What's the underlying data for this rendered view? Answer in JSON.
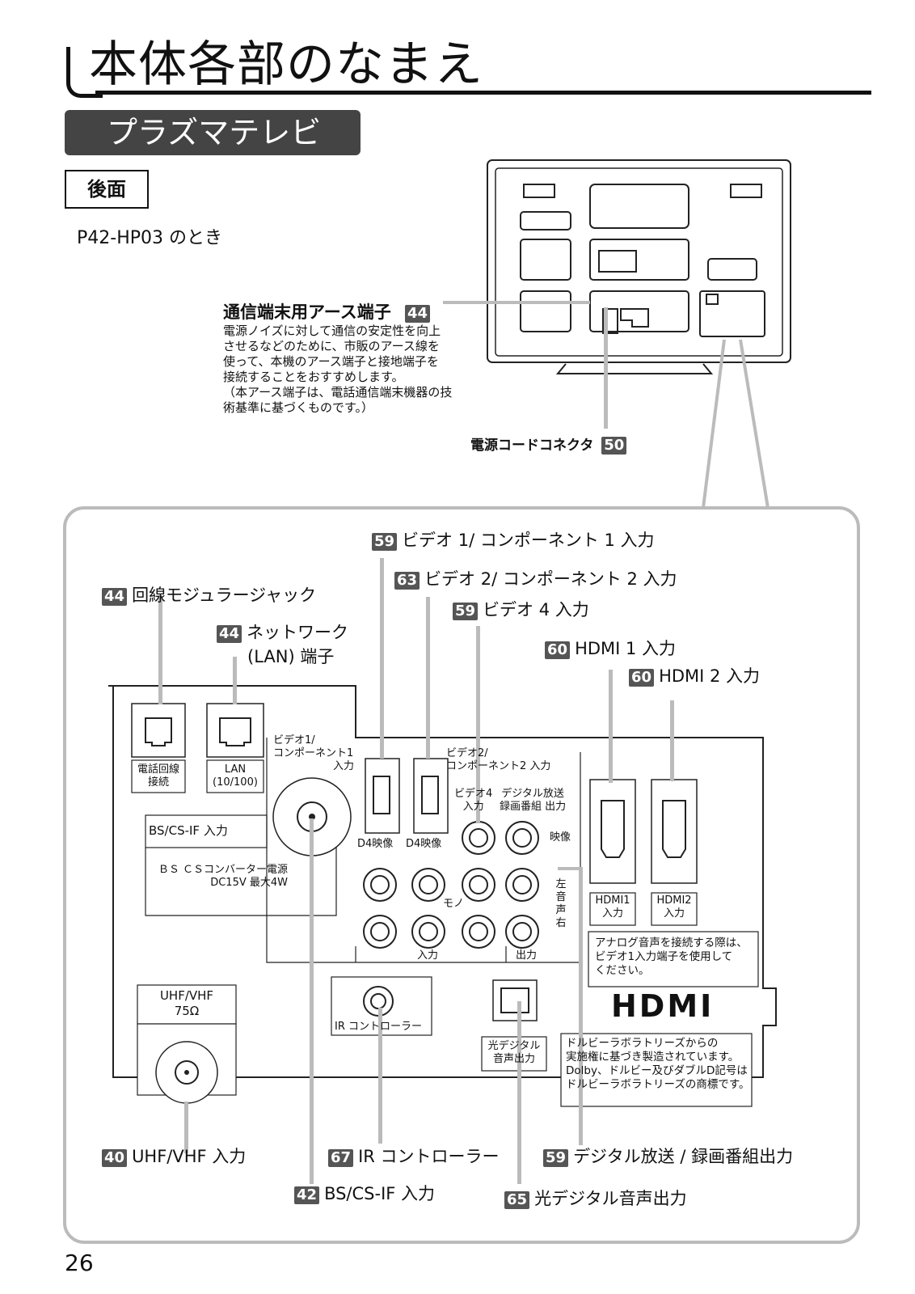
{
  "page": {
    "title": "本体各部のなまえ",
    "section": "プラズマテレビ",
    "subsection": "後面",
    "model_note": "P42-HP03 のとき",
    "page_number": "26"
  },
  "earth": {
    "heading": "通信端末用アース端子",
    "ref": "44",
    "lines": [
      "電源ノイズに対して通信の安定性を向上",
      "させるなどのために、市販のアース線を",
      "使って、本機のアース端子と接地端子を",
      "接続することをおすすめします。",
      "（本アース端子は、電話通信端末機器の技",
      "術基準に基づくものです。）"
    ]
  },
  "power": {
    "label": "電源コードコネクタ",
    "ref": "50"
  },
  "callouts": {
    "modular": {
      "ref": "44",
      "label": "回線モジュラージャック"
    },
    "network": {
      "ref": "44",
      "label": "ネットワーク",
      "label2": "(LAN) 端子"
    },
    "video1": {
      "ref": "59",
      "label": "ビデオ 1/ コンポーネント 1 入力"
    },
    "video2": {
      "ref": "63",
      "label": "ビデオ 2/ コンポーネント 2 入力"
    },
    "video4": {
      "ref": "59",
      "label": "ビデオ 4 入力"
    },
    "hdmi1": {
      "ref": "60",
      "label": "HDMI 1 入力"
    },
    "hdmi2": {
      "ref": "60",
      "label": "HDMI 2 入力"
    },
    "uhf": {
      "ref": "40",
      "label": "UHF/VHF 入力"
    },
    "ir": {
      "ref": "67",
      "label": "IR コントローラー"
    },
    "digout": {
      "ref": "59",
      "label": "デジタル放送 / 録画番組出力"
    },
    "bscs": {
      "ref": "42",
      "label": "BS/CS-IF 入力"
    },
    "optical": {
      "ref": "65",
      "label": "光デジタル音声出力"
    }
  },
  "panel": {
    "tel1": "電話回線",
    "tel2": "接続",
    "lan1": "LAN",
    "lan2": "(10/100)",
    "bscs": "BS/CS-IF 入力",
    "power1": "ＢＳ ＣＳコンバーター電源",
    "power2": "DC15V 最大4W",
    "v1a": "ビデオ1/",
    "v1b": "コンポーネント1",
    "v1c": "入力",
    "v2a": "ビデオ2/",
    "v2b": "コンポーネント2 入力",
    "v4a": "ビデオ4",
    "v4b": "入力",
    "dga": "デジタル放送",
    "dgb": "録画番組 出力",
    "d4": "D4映像",
    "eizo": "映像",
    "mono": "モノ",
    "left": "左",
    "onsei": "音声",
    "right": "右",
    "in": "入力",
    "out": "出力",
    "hdmi1a": "HDMI1",
    "hdmi1b": "入力",
    "hdmi2a": "HDMI2",
    "hdmi2b": "入力",
    "analog": [
      "アナログ音声を接続する際は、",
      "ビデオ1入力端子を使用して",
      "ください。"
    ],
    "hdmi_logo": "HDMI",
    "uhf1": "UHF/VHF",
    "uhf2": "75Ω",
    "ir": "IR コントローラー",
    "opt1": "光デジタル",
    "opt2": "音声出力",
    "dolby": [
      "ドルビーラボラトリーズからの",
      "実施権に基づき製造されています。",
      "Dolby、ドルビー及びダブルD記号は",
      "ドルビーラボラトリーズの商標です。"
    ]
  }
}
